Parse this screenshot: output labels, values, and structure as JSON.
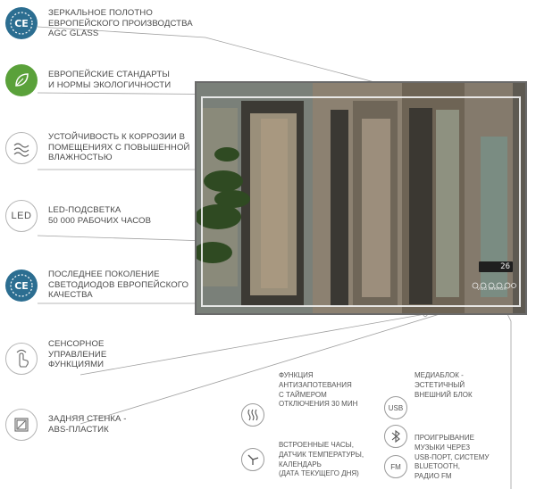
{
  "features": [
    {
      "icon": "ce-icon",
      "text": "ЗЕРКАЛЬНОЕ  ПОЛОТНО\nЕВРОПЕЙСКОГО ПРОИЗВОДСТВА\nAGC GLASS"
    },
    {
      "icon": "eco-leaf-icon",
      "text": "ЕВРОПЕЙСКИЕ СТАНДАРТЫ\nИ НОРМЫ ЭКОЛОГИЧНОСТИ"
    },
    {
      "icon": "waves-icon",
      "text": "УСТОЙЧИВОСТЬ К КОРРОЗИИ В\nПОМЕЩЕНИЯХ С ПОВЫШЕННОЙ\nВЛАЖНОСТЬЮ"
    },
    {
      "icon": "led-icon",
      "icon_label": "LED",
      "text": "LED-ПОДСВЕТКА\n50 000 РАБОЧИХ ЧАСОВ"
    },
    {
      "icon": "ce-icon",
      "text": "ПОСЛЕДНЕЕ ПОКОЛЕНИЕ\nСВЕТОДИОДОВ ЕВРОПЕЙСКОГО\nКАЧЕСТВА"
    },
    {
      "icon": "touch-hand-icon",
      "text": "СЕНСОРНОЕ\nУПРАВЛЕНИЕ\nФУНКЦИЯМИ"
    },
    {
      "icon": "back-panel-icon",
      "text": "ЗАДНЯЯ СТЕНКА -\nABS-ПЛАСТИК"
    }
  ],
  "small_features": [
    {
      "icon": "heat-waves-icon",
      "text": "ФУНКЦИЯ\nАНТИЗАПОТЕВАНИЯ\nС ТАЙМЕРОМ\nОТКЛЮЧЕНИЯ 30 МИН"
    },
    {
      "icon": "clock-hands-icon",
      "text": "ВСТРОЕННЫЕ ЧАСЫ,\nДАТЧИК ТЕМПЕРАТУРЫ,\nКАЛЕНДАРЬ\n(ДАТА ТЕКУЩЕГО ДНЯ)"
    },
    {
      "icon": "usb-icon",
      "icon_label": "USB",
      "text": "МЕДИАБЛОК -\nЭСТЕТИЧНЫЙ\nВНЕШНИЙ БЛОК"
    },
    {
      "icon": "bluetooth-icon",
      "text": "ПРОИГРЫВАНИЕ\nМУЗЫКИ ЧЕРЕЗ\nUSB-ПОРТ, СИСТЕМУ\nBLUETOOTH,\nРАДИО FM"
    },
    {
      "icon": "fm-icon",
      "icon_label": "FM"
    }
  ],
  "mirror": {
    "display_value": "26",
    "brand": "VILO MIRROR"
  },
  "colors": {
    "blue": "#2c6e91",
    "green": "#5aa13a",
    "text": "#4a4a4a",
    "line": "#9a9a9a"
  }
}
